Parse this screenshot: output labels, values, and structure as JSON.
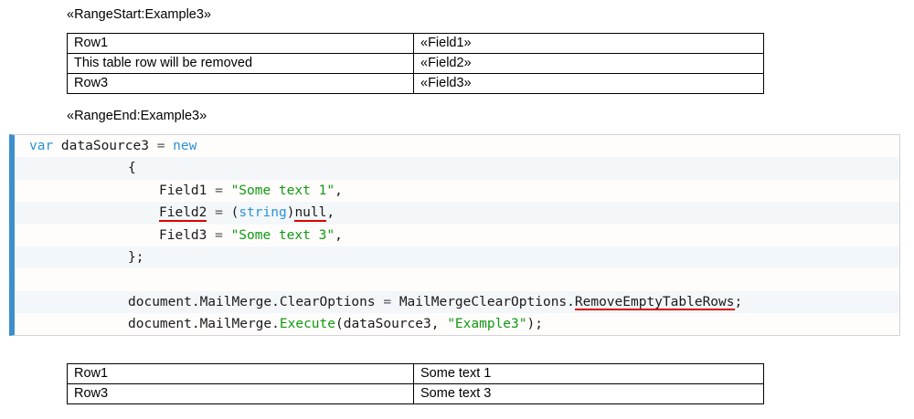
{
  "document": {
    "range_start_label": "«RangeStart:Example3»",
    "range_end_label": "«RangeEnd:Example3»",
    "source_table": {
      "rows": [
        {
          "left": "Row1",
          "right": "«Field1»",
          "right_annotated": false
        },
        {
          "left": "This table row will be removed",
          "right": "«Field2»",
          "right_annotated": true
        },
        {
          "left": "Row3",
          "right": "«Field3»",
          "right_annotated": false
        }
      ]
    },
    "result_table": {
      "rows": [
        {
          "left": "Row1",
          "right": "Some text 1"
        },
        {
          "left": "Row3",
          "right": "Some text 3"
        }
      ]
    }
  },
  "code": {
    "language": "csharp",
    "accent_color": "#3d8fcc",
    "string_color": "#119911",
    "keyword_color": "#2b91d8",
    "annotation_color": "#e00000",
    "lines": [
      {
        "indent": 0,
        "tokens": [
          {
            "t": "var",
            "c": "kw"
          },
          {
            "t": " dataSource3 ",
            "c": "plain"
          },
          {
            "t": "=",
            "c": "op"
          },
          {
            "t": " ",
            "c": "plain"
          },
          {
            "t": "new",
            "c": "kw"
          }
        ]
      },
      {
        "indent": 1,
        "tokens": [
          {
            "t": "{",
            "c": "plain"
          }
        ]
      },
      {
        "indent": 2,
        "tokens": [
          {
            "t": "Field1 ",
            "c": "plain"
          },
          {
            "t": "=",
            "c": "op"
          },
          {
            "t": " ",
            "c": "plain"
          },
          {
            "t": "\"Some text 1\"",
            "c": "str"
          },
          {
            "t": ",",
            "c": "plain"
          }
        ]
      },
      {
        "indent": 2,
        "tokens": [
          {
            "t": "Field2",
            "c": "plain",
            "u": true
          },
          {
            "t": " ",
            "c": "plain"
          },
          {
            "t": "=",
            "c": "op"
          },
          {
            "t": " (",
            "c": "plain"
          },
          {
            "t": "string",
            "c": "type"
          },
          {
            "t": ")",
            "c": "plain"
          },
          {
            "t": "null",
            "c": "null",
            "u": true
          },
          {
            "t": ",",
            "c": "plain"
          }
        ]
      },
      {
        "indent": 2,
        "tokens": [
          {
            "t": "Field3 ",
            "c": "plain"
          },
          {
            "t": "=",
            "c": "op"
          },
          {
            "t": " ",
            "c": "plain"
          },
          {
            "t": "\"Some text 3\"",
            "c": "str"
          },
          {
            "t": ",",
            "c": "plain"
          }
        ]
      },
      {
        "indent": 1,
        "tokens": [
          {
            "t": "};",
            "c": "plain"
          }
        ]
      },
      {
        "indent": 0,
        "tokens": [
          {
            "t": "",
            "c": "plain"
          }
        ]
      },
      {
        "indent": 1,
        "tokens": [
          {
            "t": "document.MailMerge.ClearOptions ",
            "c": "plain"
          },
          {
            "t": "=",
            "c": "op"
          },
          {
            "t": " MailMergeClearOptions.",
            "c": "plain"
          },
          {
            "t": "RemoveEmptyTableRows",
            "c": "plain",
            "u": true
          },
          {
            "t": ";",
            "c": "plain"
          }
        ]
      },
      {
        "indent": 1,
        "tokens": [
          {
            "t": "document.MailMerge.",
            "c": "plain"
          },
          {
            "t": "Execute",
            "c": "method"
          },
          {
            "t": "(dataSource3, ",
            "c": "plain"
          },
          {
            "t": "\"Example3\"",
            "c": "str"
          },
          {
            "t": ");",
            "c": "plain"
          }
        ]
      }
    ]
  }
}
